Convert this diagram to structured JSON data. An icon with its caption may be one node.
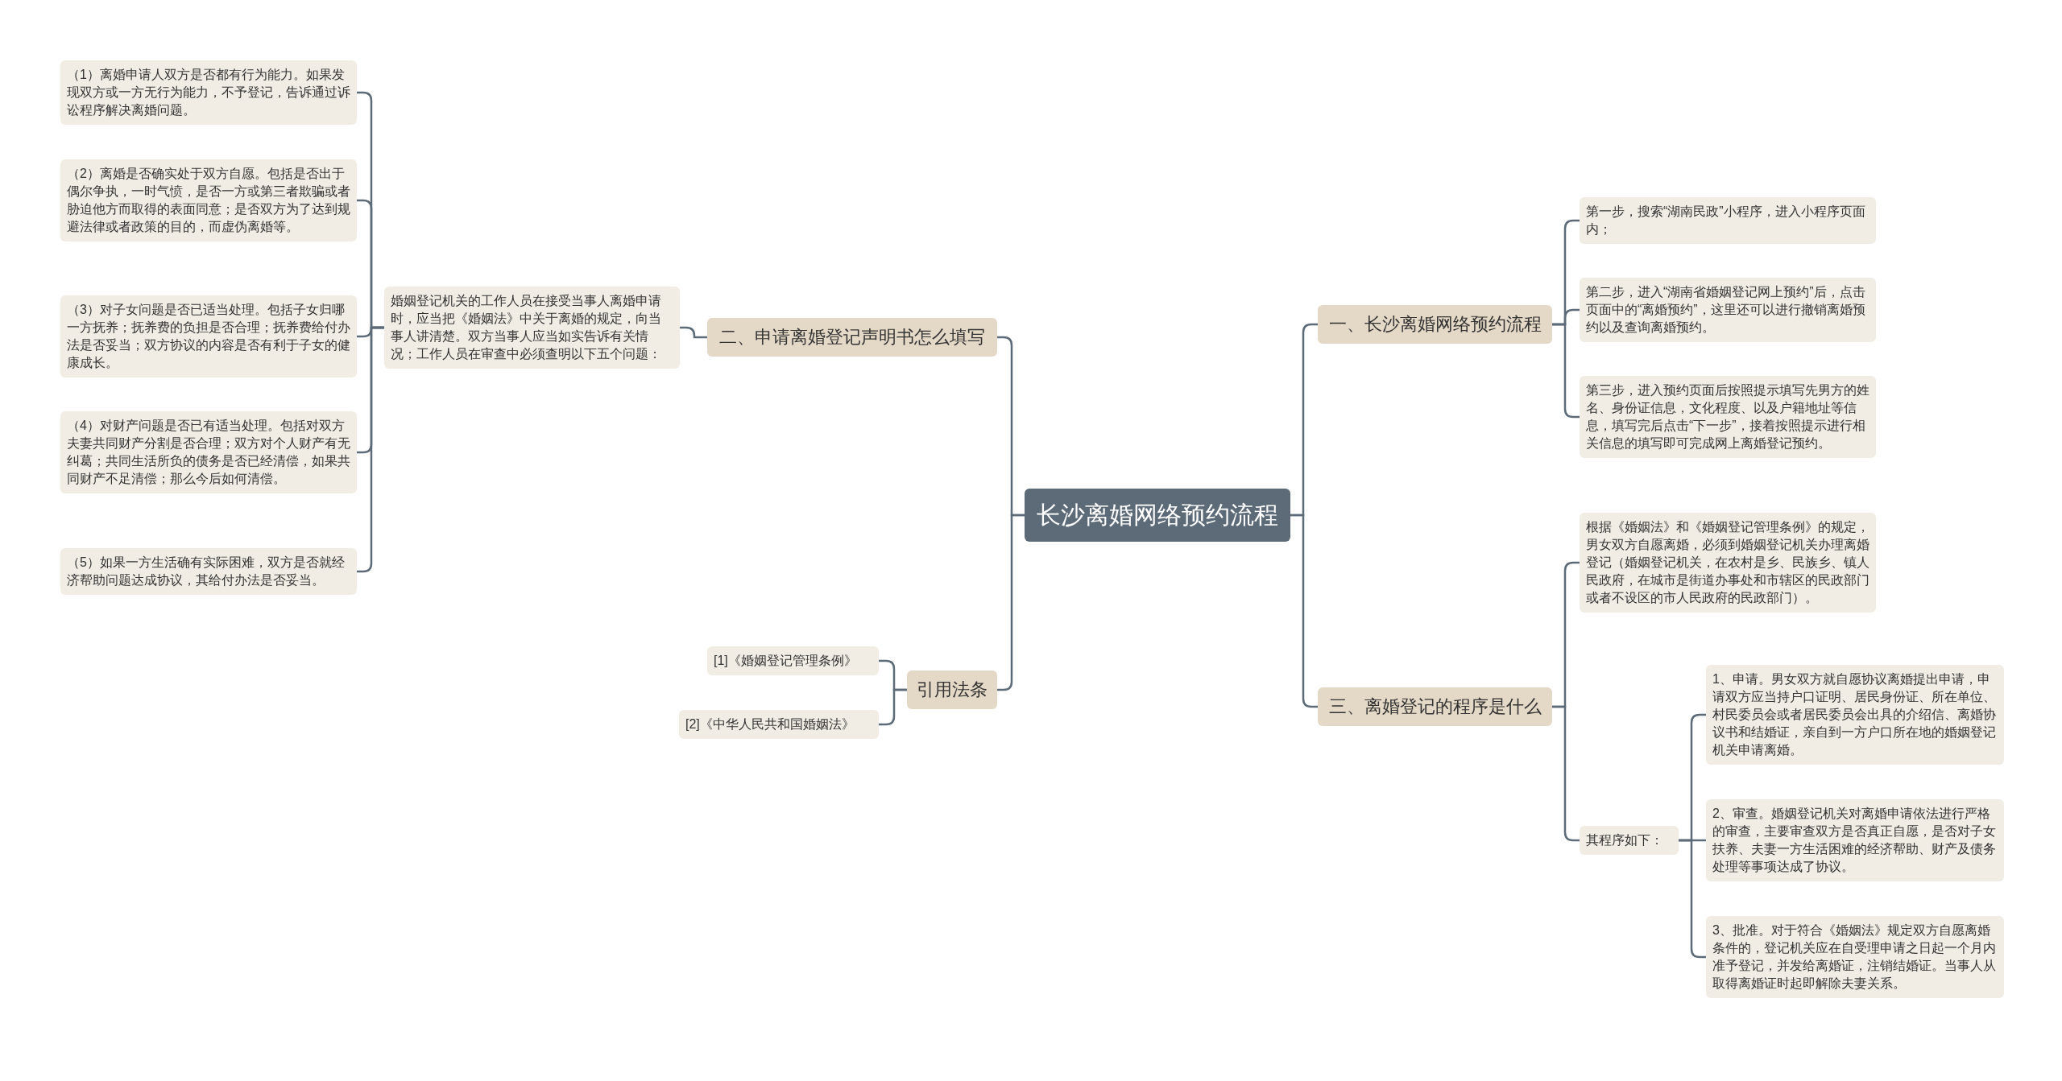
{
  "diagram": {
    "nodes": [
      {
        "text": [
          "长沙离婚网络预约流程"
        ]
      },
      {
        "text": [
          "一、长沙离婚网络预约流程"
        ]
      },
      {
        "text": [
          "第一步，搜索“湖南民政”小程序，进入小程序页面内；"
        ]
      },
      {
        "text": [
          "第二步，进入“湖南省婚姻登记网上预约”后，点击页面中的“离婚预约”，这里还可以进行撤销离婚预约以及查询离婚预约。"
        ]
      },
      {
        "text": [
          "第三步，进入预约页面后按照提示填写先男方的姓名、身份证信息，文化程度、以及户籍地址等信息，填写完后点击“下一步”，接着按照提示进行相关信息的填写即可完成网上离婚登记预约。"
        ]
      },
      {
        "text": [
          "三、离婚登记的程序是什么"
        ]
      },
      {
        "text": [
          "根据《婚姻法》和《婚姻登记管理条例》的规定，男女双方自愿离婚，必须到婚姻登记机关办理离婚登记（婚姻登记机关，在农村是乡、民族乡、镇人民政府，在城市是街道办事处和市辖区的民政部门或者不设区的市人民政府的民政部门）。"
        ]
      },
      {
        "text": [
          "其程序如下："
        ]
      },
      {
        "text": [
          "1、申请。男女双方就自愿协议离婚提出申请，申请双方应当持户口证明、居民身份证、所在单位、村民委员会或者居民委员会出具的介绍信、离婚协议书和结婚证，亲自到一方户口所在地的婚姻登记机关申请离婚。"
        ]
      },
      {
        "text": [
          "2、审查。婚姻登记机关对离婚申请依法进行严格的审查，主要审查双方是否真正自愿，是否对子女扶养、夫妻一方生活困难的经济帮助、财产及债务处理等事项达成了协议。"
        ]
      },
      {
        "text": [
          "3、批准。对于符合《婚姻法》规定双方自愿离婚条件的，登记机关应在自受理申请之日起一个月内准予登记，并发给离婚证，注销结婚证。当事人从取得离婚证时起即解除夫妻关系。"
        ]
      },
      {
        "text": [
          "二、申请离婚登记声明书怎么填写"
        ]
      },
      {
        "text": [
          "婚姻登记机关的工作人员在接受当事人离婚申请时，应当把《婚姻法》中关于离婚的规定，向当事人讲清楚。双方当事人应当如实告诉有关情况；工作人员在审查中必须查明以下五个问题："
        ]
      },
      {
        "text": [
          "（1）离婚申请人双方是否都有行为能力。如果发现双方或一方无行为能力，不予登记，告诉通过诉讼程序解决离婚问题。"
        ]
      },
      {
        "text": [
          "（2）离婚是否确实处于双方自愿。包括是否出于偶尔争执，一时气愤，是否一方或第三者欺骗或者胁迫他方而取得的表面同意；是否双方为了达到规避法律或者政策的目的，而虚伪离婚等。"
        ]
      },
      {
        "text": [
          "（3）对子女问题是否已适当处理。包括子女归哪一方抚养；抚养费的负担是否合理；抚养费给付办法是否妥当；双方协议的内容是否有利于子女的健康成长。"
        ]
      },
      {
        "text": [
          "（4）对财产问题是否已有适当处理。包括对双方夫妻共同财产分割是否合理；双方对个人财产有无纠葛；共同生活所负的债务是否已经清偿，如果共同财产不足清偿；那么今后如何清偿。"
        ]
      },
      {
        "text": [
          "（5）如果一方生活确有实际困难，双方是否就经济帮助问题达成协议，其给付办法是否妥当。"
        ]
      },
      {
        "text": [
          "引用法条"
        ]
      },
      {
        "text": [
          "[1]《婚姻登记管理条例》"
        ]
      },
      {
        "text": [
          "[2]《中华人民共和国婚姻法》"
        ]
      }
    ],
    "edges": [
      {
        "from": 0,
        "to": 1,
        "arrow": "none"
      },
      {
        "from": 1,
        "to": 2,
        "arrow": "none"
      },
      {
        "from": 1,
        "to": 3,
        "arrow": "none"
      },
      {
        "from": 1,
        "to": 4,
        "arrow": "none"
      },
      {
        "from": 0,
        "to": 5,
        "arrow": "none"
      },
      {
        "from": 5,
        "to": 6,
        "arrow": "none"
      },
      {
        "from": 5,
        "to": 7,
        "arrow": "none"
      },
      {
        "from": 7,
        "to": 8,
        "arrow": "none"
      },
      {
        "from": 7,
        "to": 9,
        "arrow": "none"
      },
      {
        "from": 7,
        "to": 10,
        "arrow": "none"
      },
      {
        "from": 0,
        "to": 11,
        "arrow": "none"
      },
      {
        "from": 11,
        "to": 12,
        "arrow": "none"
      },
      {
        "from": 12,
        "to": 13,
        "arrow": "none"
      },
      {
        "from": 12,
        "to": 14,
        "arrow": "none"
      },
      {
        "from": 12,
        "to": 15,
        "arrow": "none"
      },
      {
        "from": 12,
        "to": 16,
        "arrow": "none"
      },
      {
        "from": 12,
        "to": 17,
        "arrow": "none"
      },
      {
        "from": 0,
        "to": 18,
        "arrow": "none"
      },
      {
        "from": 18,
        "to": 19,
        "arrow": "none"
      },
      {
        "from": 18,
        "to": 20,
        "arrow": "none"
      }
    ]
  }
}
